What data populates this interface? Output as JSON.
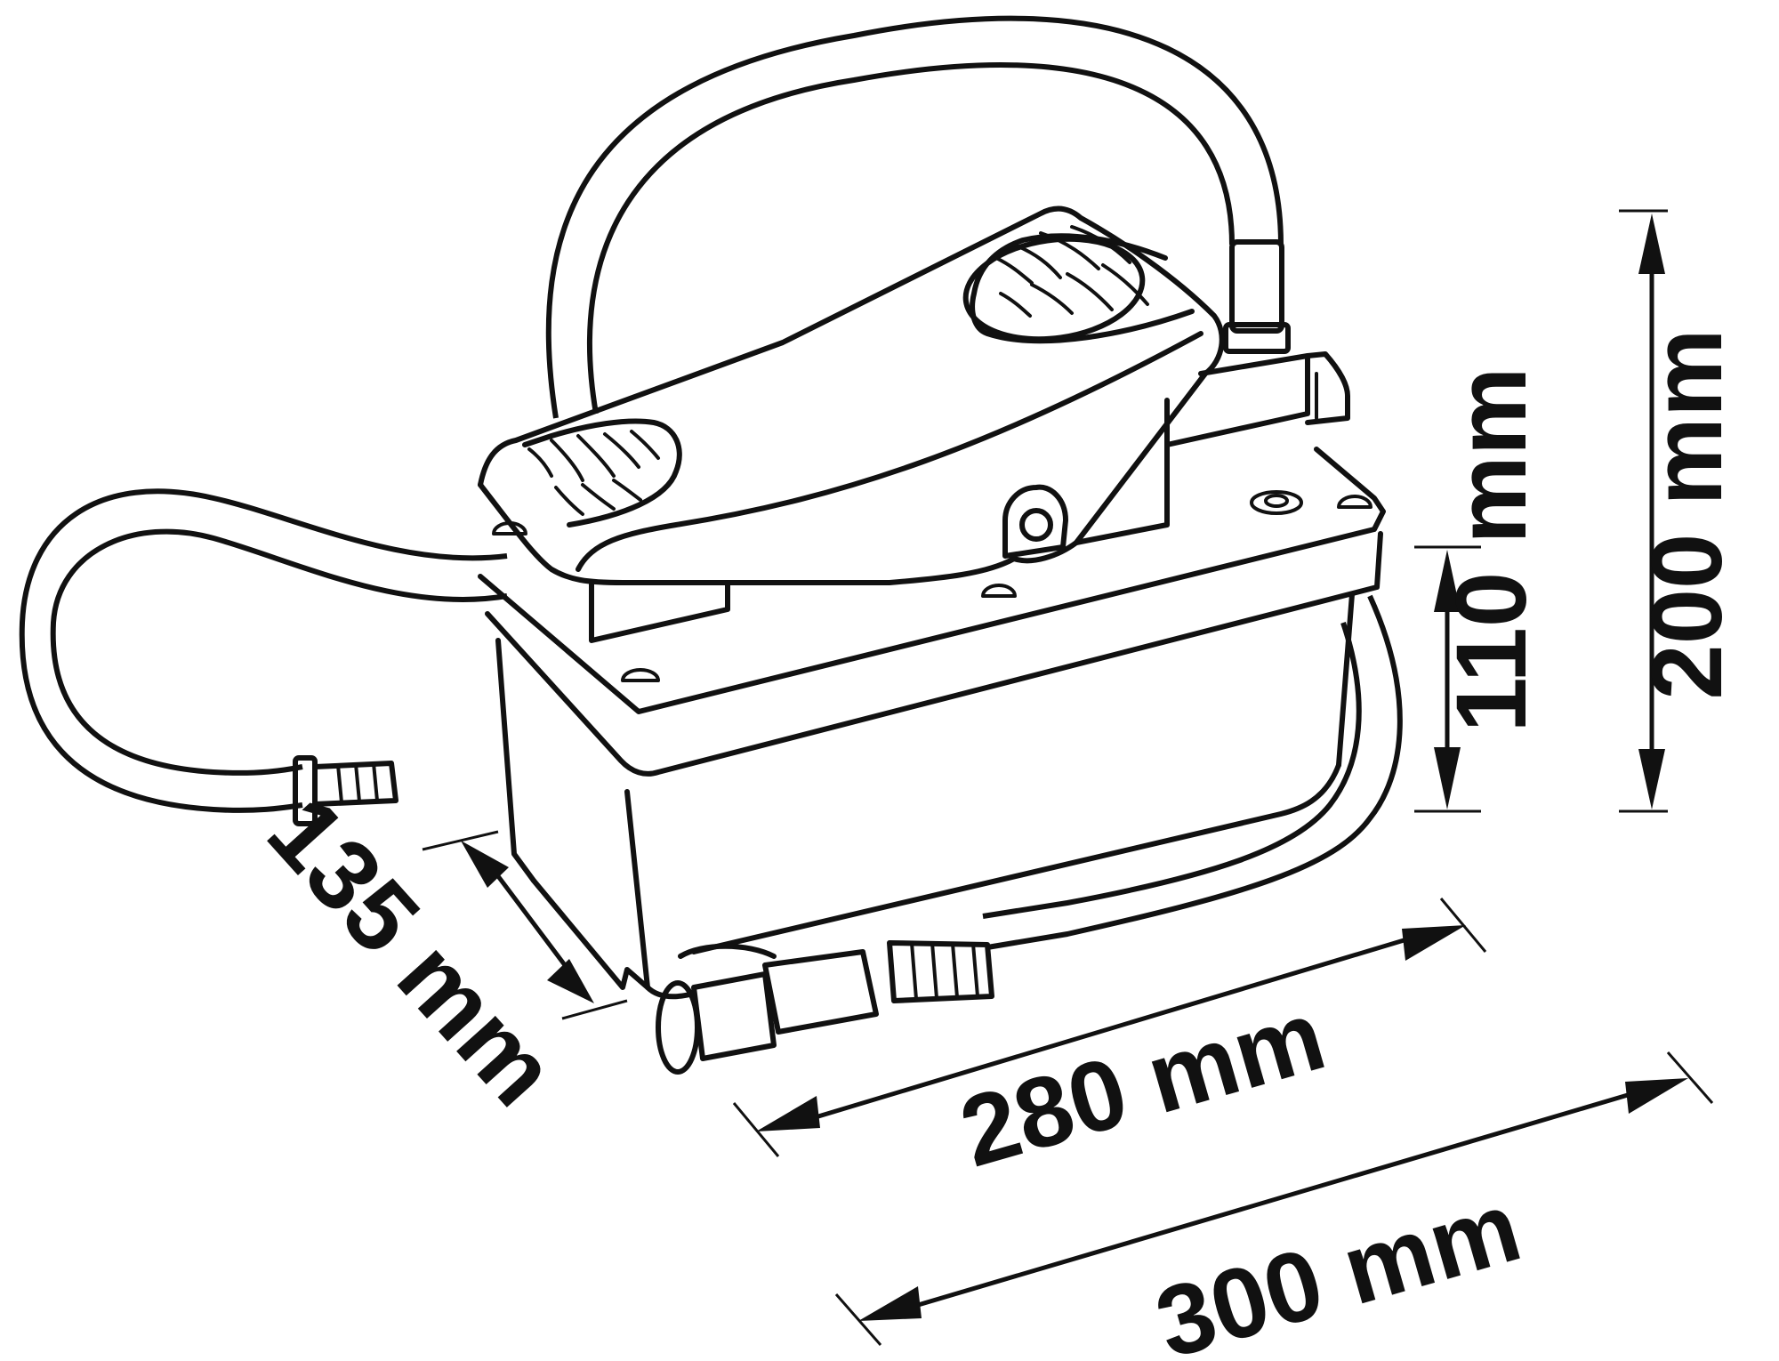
{
  "dimensions": {
    "height_total": "200 mm",
    "height_box": "110 mm",
    "depth": "135 mm",
    "length_box": "280 mm",
    "length_total": "300 mm"
  },
  "colors": {
    "line": "#111111",
    "background": "#ffffff"
  }
}
